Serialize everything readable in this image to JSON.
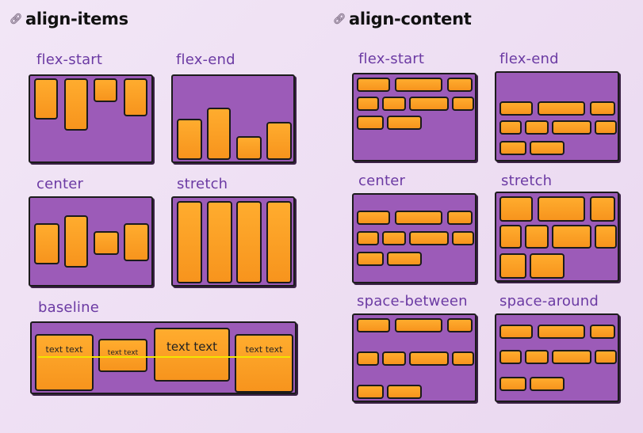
{
  "align_items": {
    "title": "align-items",
    "icon": "link-icon",
    "labels": {
      "flex_start": "flex-start",
      "flex_end": "flex-end",
      "center": "center",
      "stretch": "stretch",
      "baseline": "baseline"
    },
    "baseline_texts": [
      "text text",
      "text text",
      "text text",
      "text text"
    ]
  },
  "align_content": {
    "title": "align-content",
    "icon": "link-icon",
    "labels": {
      "flex_start": "flex-start",
      "flex_end": "flex-end",
      "center": "center",
      "stretch": "stretch",
      "space_between": "space-between",
      "space_around": "space-around"
    }
  },
  "colors": {
    "container": "#9c5bb8",
    "item": "#f7941d",
    "label": "#6b3aa3",
    "baseline": "#f2e600"
  }
}
